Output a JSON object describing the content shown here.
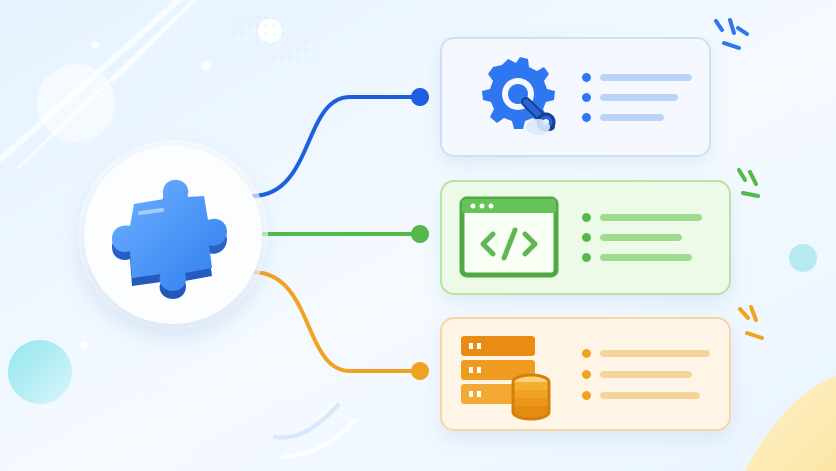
{
  "diagram": {
    "hub": {
      "icon": "puzzle-piece-icon",
      "color": "#3b82f6"
    },
    "branches": [
      {
        "name": "settings-tools",
        "icon": "gear-wrench-icon",
        "color": "#1d5fe0",
        "card_fill": "#f5f9ff",
        "card_border": "#cfe0f5",
        "line_color": "#b9d4f8",
        "bullet_count": 3
      },
      {
        "name": "code-window",
        "icon": "code-window-icon",
        "color": "#55b84a",
        "card_fill": "#eefae8",
        "card_border": "#b7e3a8",
        "line_color": "#9fdb8e",
        "bullet_count": 3
      },
      {
        "name": "server-database",
        "icon": "server-database-icon",
        "color": "#f0a323",
        "card_fill": "#fff5e6",
        "card_border": "#f6d6a8",
        "line_color": "#f6d39b",
        "bullet_count": 3
      }
    ]
  }
}
